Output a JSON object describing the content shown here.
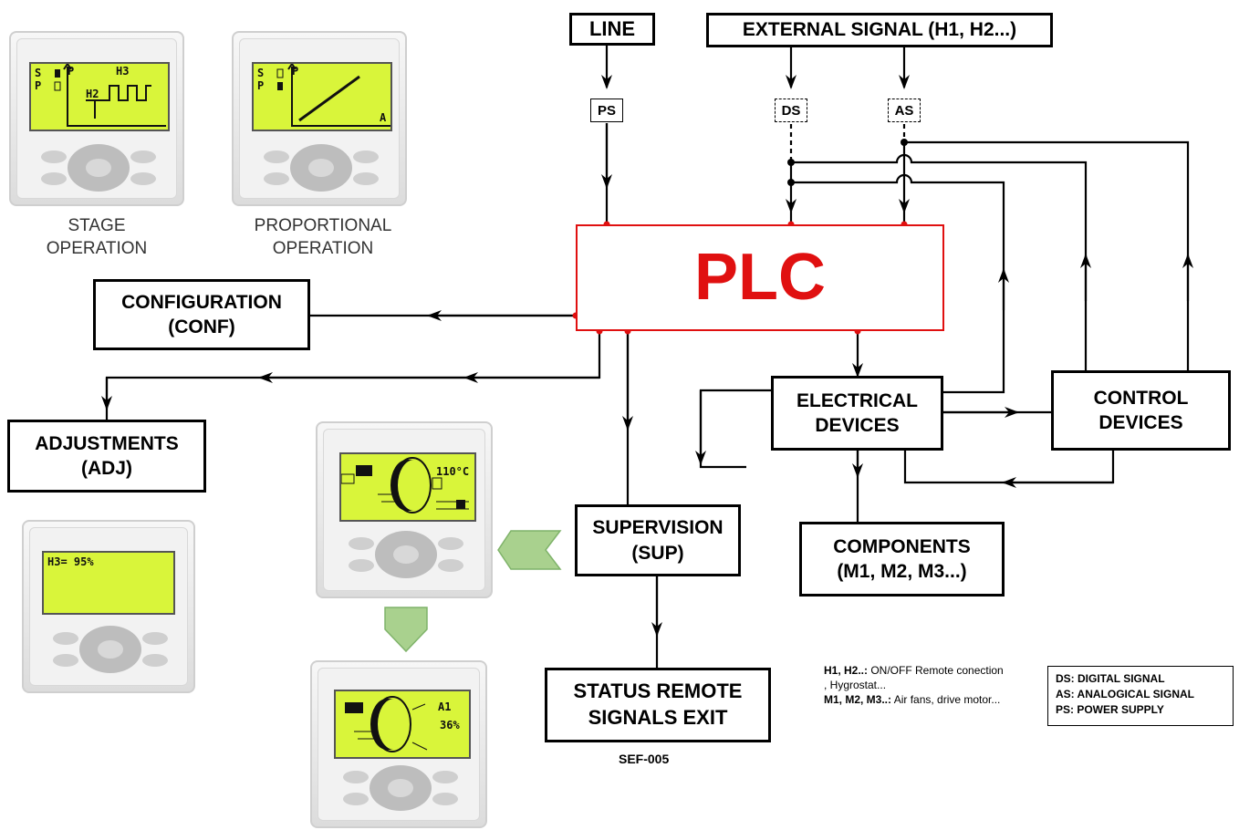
{
  "nodes": {
    "line": "LINE",
    "external_signal": "EXTERNAL SIGNAL (H1, H2...)",
    "plc": "PLC",
    "configuration": "CONFIGURATION\n(CONF)",
    "adjustments": "ADJUSTMENTS\n(ADJ)",
    "electrical_devices": "ELECTRICAL\nDEVICES",
    "control_devices": "CONTROL\nDEVICES",
    "supervision": "SUPERVISION\n(SUP)",
    "components": "COMPONENTS\n(M1, M2, M3...)",
    "status_remote": "STATUS REMOTE\nSIGNALS EXIT"
  },
  "tags": {
    "ps": "PS",
    "ds": "DS",
    "as": "AS"
  },
  "captions": {
    "stage": "STAGE\nOPERATION",
    "proportional": "PROPORTIONAL\nOPERATION",
    "code": "SEF-005"
  },
  "screens": {
    "stage_s": "S",
    "stage_p": "P",
    "stage_chart_p": "P",
    "stage_h3": "H3",
    "stage_h2": "H2",
    "prop_s": "S",
    "prop_p": "P",
    "prop_chart_p": "P",
    "prop_a": "A",
    "adj_value": "H3= 95%",
    "sup_temp": "110°C",
    "status_a1": "A1",
    "status_pct": "36%"
  },
  "notes": {
    "h_key": "H1, H2..:",
    "h_val": " ON/OFF Remote conection , Hygrostat...",
    "m_key": "M1, M2, M3..:",
    "m_val": " Air fans, drive motor..."
  },
  "legend": {
    "ds": "DS: DIGITAL SIGNAL",
    "as": "AS: ANALOGICAL SIGNAL",
    "ps": "PS: POWER SUPPLY"
  },
  "colors": {
    "plc": "#e01010",
    "screen": "#d9f53a",
    "chevron": "#a9d18e"
  }
}
